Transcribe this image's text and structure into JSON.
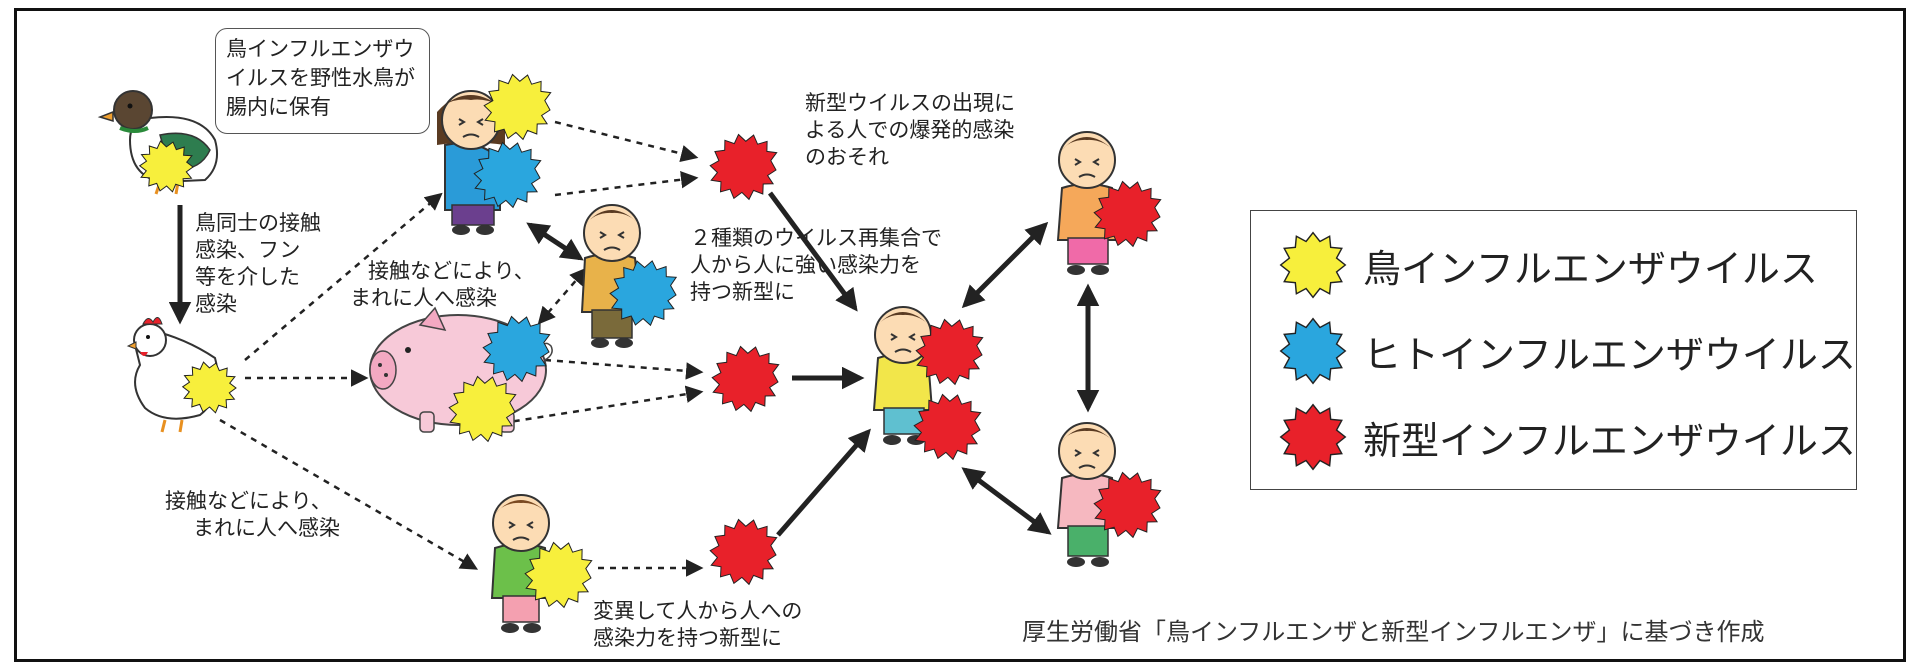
{
  "labels": {
    "bird_reservoir": "鳥インフルエンザウイルスを野性水鳥が腸内に保有",
    "bird_to_bird": [
      "鳥同士の接触",
      "感染、フン",
      "等を介した",
      "感染"
    ],
    "contact_upper": [
      "接触などにより、",
      "まれに人へ感染"
    ],
    "contact_lower": [
      "接触などにより、",
      "まれに人へ感染"
    ],
    "reassortment": [
      "２種類のウイルス再集合で",
      "人から人に強い感染力を",
      "持つ新型に"
    ],
    "outbreak": [
      "新型ウイルスの出現に",
      "よる人での爆発的感染",
      "のおそれ"
    ],
    "mutation": [
      "変異して人から人への",
      "感染力を持つ新型に"
    ]
  },
  "legend": [
    {
      "label": "鳥インフルエンザウイルス",
      "color": "#f7ef3c",
      "icon": "yellow-virus-icon"
    },
    {
      "label": "ヒトインフルエンザウイルス",
      "color": "#2aa6de",
      "icon": "blue-virus-icon"
    },
    {
      "label": "新型インフルエンザウイルス",
      "color": "#e8212a",
      "icon": "red-virus-icon"
    }
  ],
  "credit": "厚生労働省「鳥インフルエンザと新型インフルエンザ」に基づき作成"
}
